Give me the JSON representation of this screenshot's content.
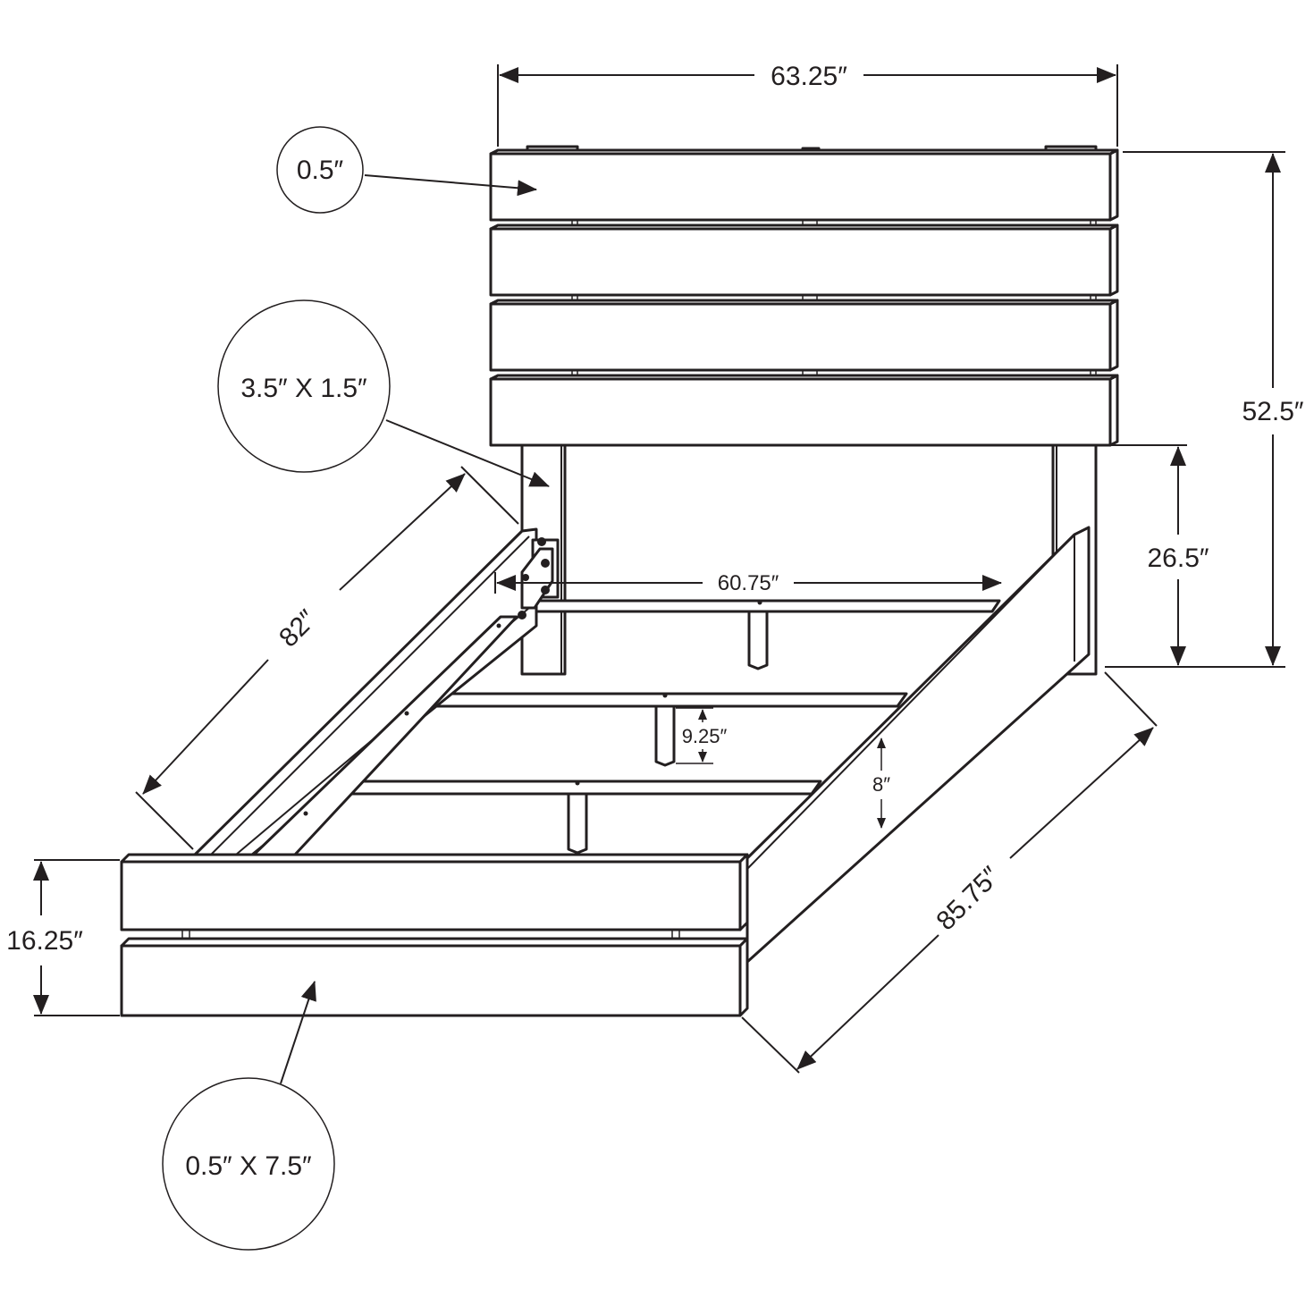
{
  "diagram": {
    "dimensions": {
      "headboard_width": "63.25″",
      "total_height": "52.5″",
      "leg_height": "26.5″",
      "inner_width": "60.75″",
      "side_length": "82″",
      "overall_length": "85.75″",
      "footboard_height": "16.25″",
      "slat_spacing": "9.25″",
      "rail_height": "8″"
    },
    "callouts": {
      "headboard_slat_thickness": "0.5″",
      "post_size": "3.5″ X 1.5″",
      "footboard_board_size": "0.5″ X 7.5″"
    },
    "colors": {
      "ink": "#231f20",
      "paper": "#ffffff"
    }
  }
}
